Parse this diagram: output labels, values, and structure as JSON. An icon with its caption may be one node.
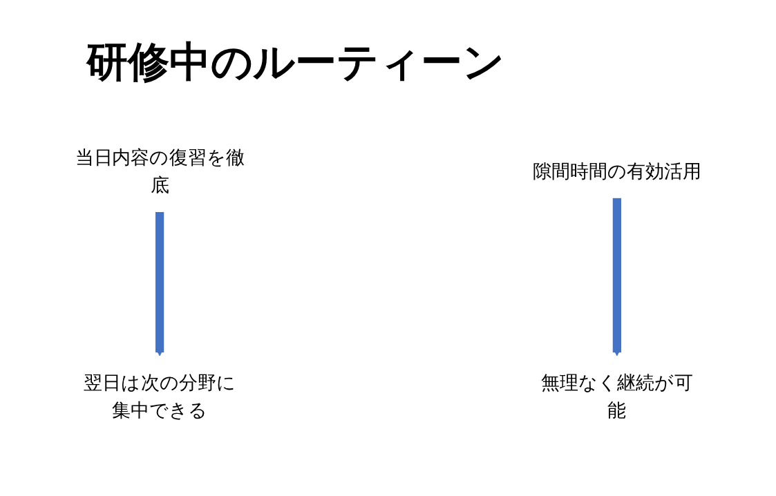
{
  "diagram": {
    "title": "研修中のルーティーン",
    "nodes": [
      {
        "text": [
          "当日内容の復習を徹底"
        ]
      },
      {
        "text": [
          "隙間時間の有効活用"
        ]
      },
      {
        "text": [
          "翌日は次の分野に集中できる"
        ]
      },
      {
        "text": [
          "無理なく継続が可能"
        ]
      }
    ],
    "edges": [
      {
        "from": 0,
        "to": 2,
        "arrow": "to"
      },
      {
        "from": 1,
        "to": 3,
        "arrow": "to"
      }
    ]
  }
}
